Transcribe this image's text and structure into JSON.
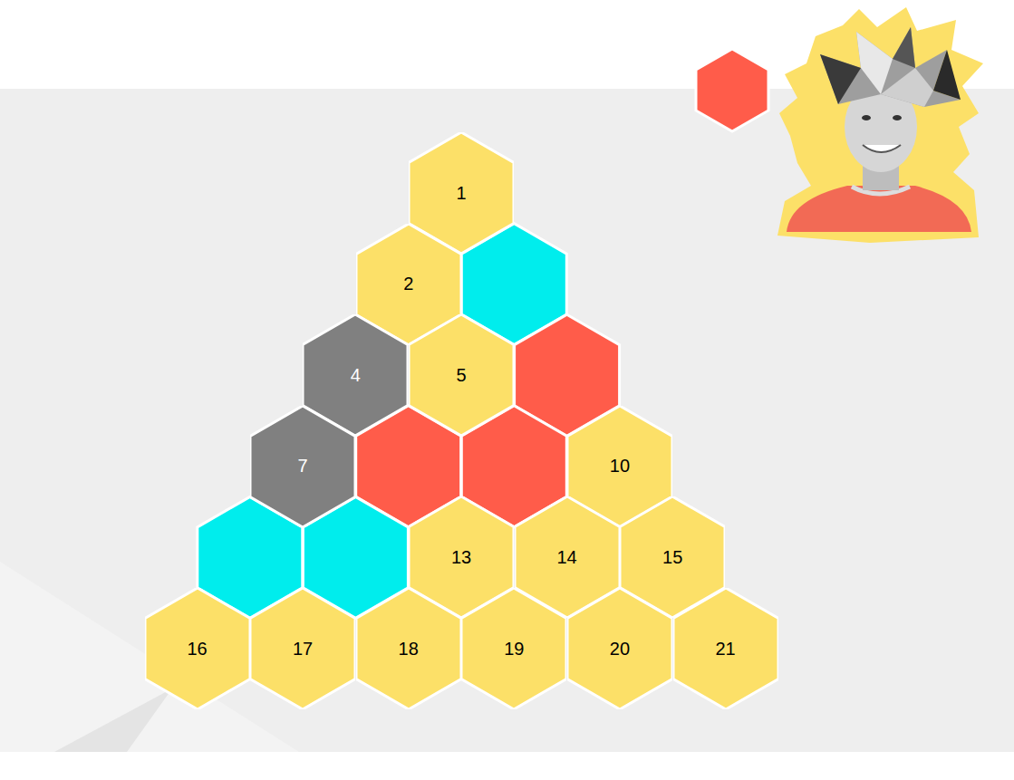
{
  "diagram": {
    "nodes": [
      {
        "text": [
          "1"
        ]
      },
      {
        "text": [
          "2"
        ]
      },
      {
        "text": [
          "4"
        ]
      },
      {
        "text": [
          "5"
        ]
      },
      {
        "text": [
          "7"
        ]
      },
      {
        "text": [
          "10"
        ]
      },
      {
        "text": [
          "13"
        ]
      },
      {
        "text": [
          "14"
        ]
      },
      {
        "text": [
          "15"
        ]
      },
      {
        "text": [
          "16"
        ]
      },
      {
        "text": [
          "17"
        ]
      },
      {
        "text": [
          "18"
        ]
      },
      {
        "text": [
          "19"
        ]
      },
      {
        "text": [
          "20"
        ]
      },
      {
        "text": [
          "21"
        ]
      }
    ]
  }
}
